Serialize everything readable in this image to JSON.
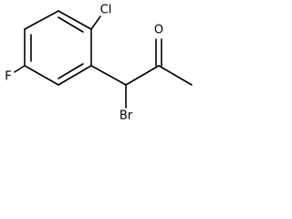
{
  "molecule": {
    "labels": {
      "chlorine": "Cl",
      "fluorine": "F",
      "oxygen": "O",
      "bromine": "Br"
    }
  }
}
